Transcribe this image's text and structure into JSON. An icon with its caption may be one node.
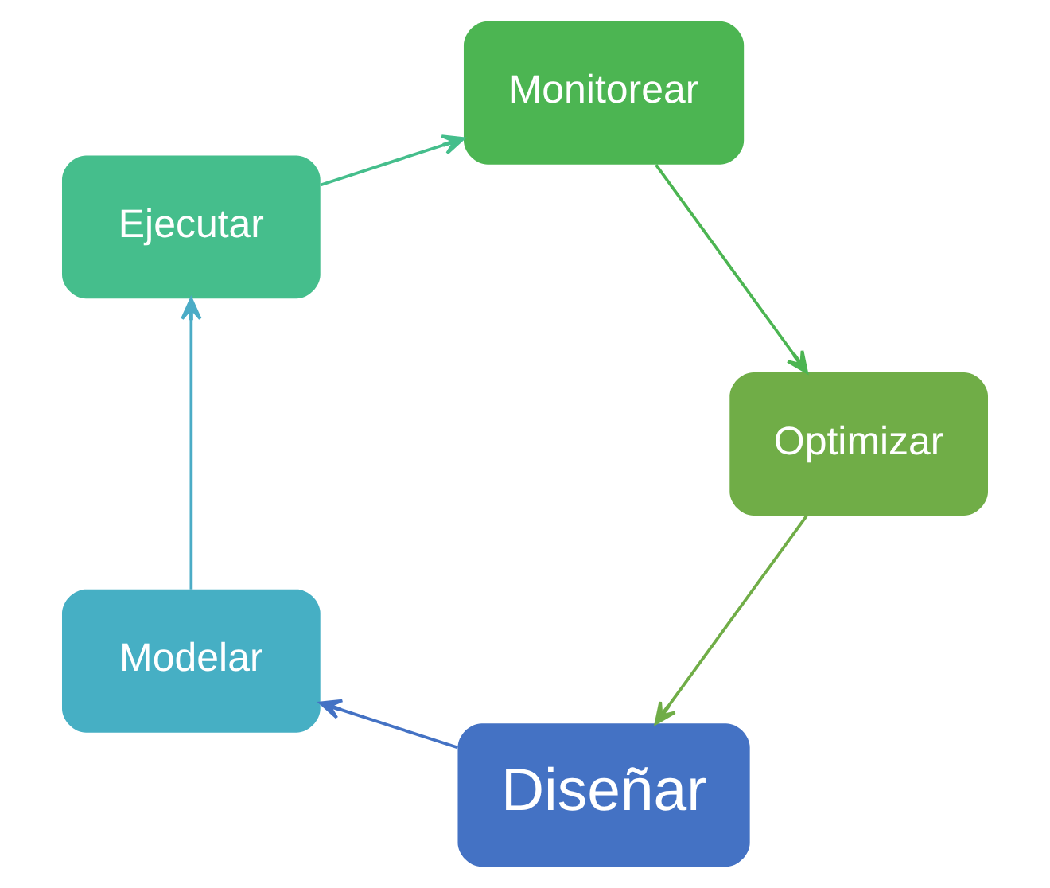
{
  "diagram": {
    "nodes": [
      {
        "text": [
          "Diseñar"
        ]
      },
      {
        "text": [
          "Modelar"
        ]
      },
      {
        "text": [
          "Ejecutar"
        ]
      },
      {
        "text": [
          "Monitorear"
        ]
      },
      {
        "text": [
          "Optimizar"
        ]
      }
    ],
    "edges": [
      {
        "from": 0,
        "to": 1,
        "arrow": "to",
        "color": "#4472c4"
      },
      {
        "from": 1,
        "to": 2,
        "arrow": "to",
        "color": "#4bacc6"
      },
      {
        "from": 2,
        "to": 3,
        "arrow": "to",
        "color": "#45be8c"
      },
      {
        "from": 3,
        "to": 4,
        "arrow": "to",
        "color": "#4cb552"
      },
      {
        "from": 4,
        "to": 0,
        "arrow": "to",
        "color": "#70ad47"
      }
    ]
  }
}
